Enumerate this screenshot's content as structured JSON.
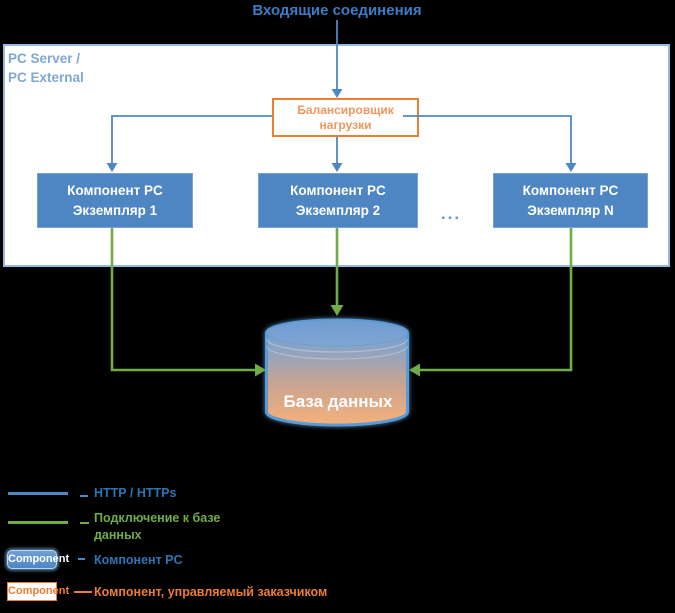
{
  "title": {
    "text": "Входящие соединения"
  },
  "container": {
    "label_line1": "PC Server /",
    "label_line2": "PC External"
  },
  "load_balancer": {
    "label": "Балансировщик нагрузки"
  },
  "components": {
    "items": [
      {
        "title": "Компонент PC",
        "subtitle": "Экземпляр 1"
      },
      {
        "title": "Компонент PC",
        "subtitle": "Экземпляр 2"
      },
      {
        "title": "Компонент PC",
        "subtitle": "Экземпляр N"
      }
    ],
    "ellipsis": "..."
  },
  "database": {
    "label": "База данных"
  },
  "legend": {
    "items": [
      {
        "type": "line",
        "color": "#4F87C5",
        "label": "HTTP / HTTPs"
      },
      {
        "type": "line",
        "color": "#70AD47",
        "label": "Подключение к базе данных"
      },
      {
        "type": "box-blue",
        "sample": "Component",
        "label": "Компонент PC"
      },
      {
        "type": "box-orange",
        "sample": "Component",
        "label": "Компонент, управляемый заказчиком"
      }
    ]
  },
  "colors": {
    "background": "#000000",
    "blue_line": "#4F87C5",
    "green_line": "#70AD47",
    "orange": "#ED7D31",
    "component_fill": "#4E86C4",
    "container_border": "#96B9DF",
    "container_label": "#7FA7D6",
    "title_text": "#3B7CC4",
    "legend_blue_text": "#2E74B5",
    "db_gradient_top": "#6B99CE",
    "db_gradient_bottom": "#F5B17C",
    "db_outline": "#5B9BD5"
  }
}
